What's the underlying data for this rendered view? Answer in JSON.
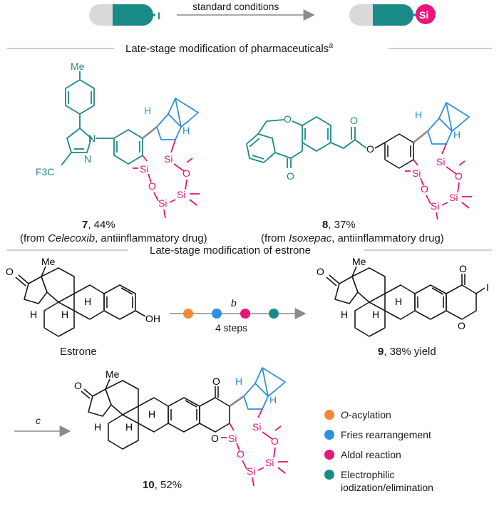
{
  "header": {
    "reaction_label": "standard conditions",
    "reactant_atom": "I",
    "product_badge": "Si"
  },
  "sections": {
    "pharma_title": "Late-stage modification of pharmaceuticals",
    "pharma_title_sup": "a",
    "estrone_title": "Late-stage modification of estrone"
  },
  "compounds": {
    "c7": {
      "number": "7",
      "yield": ", 44%",
      "source_pre": "(from ",
      "source_drug": "Celecoxib",
      "source_post": ", antiinflammatory drug)"
    },
    "c8": {
      "number": "8",
      "yield": ", 37%",
      "source_pre": "(from ",
      "source_drug": "Isoxepac",
      "source_post": ", antiinflammatory drug)"
    },
    "estrone": {
      "name": "Estrone"
    },
    "c9": {
      "number": "9",
      "yield": ", 38% yield"
    },
    "c10": {
      "number": "10",
      "yield": ", 52%"
    }
  },
  "route": {
    "step_letter": "b",
    "steps_label": "4 steps",
    "final_step_letter": "c"
  },
  "atoms": {
    "me": "Me",
    "h": "H",
    "o": "O",
    "oh": "OH",
    "n": "N",
    "f3c": "F3C",
    "si": "Si",
    "iodo": "I"
  },
  "legend": {
    "items": [
      {
        "label_italic": "O",
        "label": "-acylation",
        "color": "#f4873a"
      },
      {
        "label_italic": "",
        "label": "Fries rearrangement",
        "color": "#2f8fe0"
      },
      {
        "label_italic": "",
        "label": "Aldol reaction",
        "color": "#e8157a"
      },
      {
        "label_italic": "",
        "label": "Electrophilic",
        "label2": "iodization/elimination",
        "color": "#1a8a86"
      }
    ]
  },
  "colors": {
    "teal": "#1a8a86",
    "blue": "#2f8fe0",
    "pink": "#e8157a",
    "orange": "#f4873a",
    "gray": "#8a8a8a"
  }
}
